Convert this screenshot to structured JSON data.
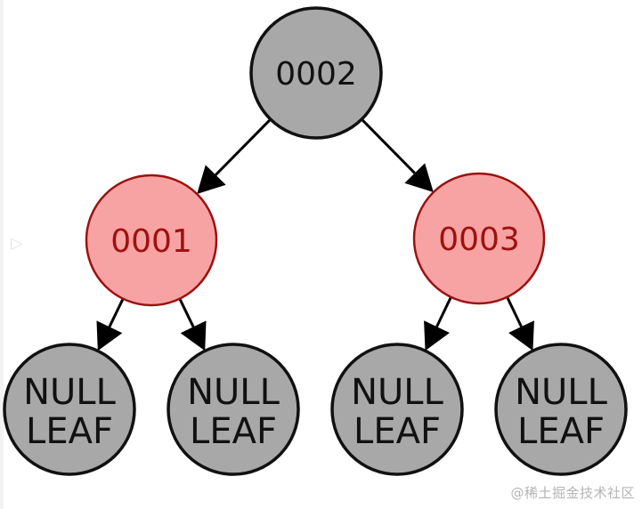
{
  "diagram": {
    "type": "red-black-tree",
    "colors": {
      "black_fill": "#a8a8a8",
      "black_stroke": "#111111",
      "black_text": "#111111",
      "red_fill": "#f8a3a3",
      "red_stroke": "#9b1111",
      "red_text": "#a01010",
      "edge": "#000000"
    },
    "nodes": [
      {
        "id": "n2",
        "label": "0002",
        "color": "black",
        "level": 0
      },
      {
        "id": "n1",
        "label": "0001",
        "color": "red",
        "level": 1
      },
      {
        "id": "n3",
        "label": "0003",
        "color": "red",
        "level": 1
      },
      {
        "id": "l1",
        "label": [
          "NULL",
          "LEAF"
        ],
        "color": "black",
        "level": 2
      },
      {
        "id": "l2",
        "label": [
          "NULL",
          "LEAF"
        ],
        "color": "black",
        "level": 2
      },
      {
        "id": "l3",
        "label": [
          "NULL",
          "LEAF"
        ],
        "color": "black",
        "level": 2
      },
      {
        "id": "l4",
        "label": [
          "NULL",
          "LEAF"
        ],
        "color": "black",
        "level": 2
      }
    ],
    "edges": [
      {
        "from": "n2",
        "to": "n1"
      },
      {
        "from": "n2",
        "to": "n3"
      },
      {
        "from": "n1",
        "to": "l1"
      },
      {
        "from": "n1",
        "to": "l2"
      },
      {
        "from": "n3",
        "to": "l3"
      },
      {
        "from": "n3",
        "to": "l4"
      }
    ]
  },
  "watermark": "@稀土掘金技术社区",
  "side_arrow_icon": "chevron-right-icon"
}
